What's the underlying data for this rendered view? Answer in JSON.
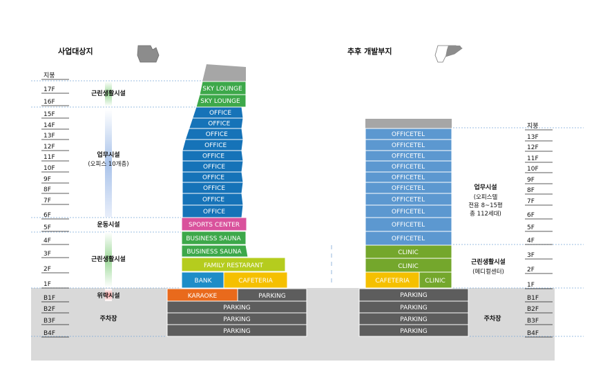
{
  "titles": {
    "left": "사업대상지",
    "right": "추후 개발부지"
  },
  "colors": {
    "green": "#3da84a",
    "blue": "#1673b8",
    "light_blue": "#5c98d0",
    "pink": "#d9529c",
    "lime": "#b5cc1e",
    "orange": "#e96a1c",
    "yellow": "#f5c000",
    "olive": "#74a72c",
    "dark_gray": "#5d5d5d",
    "light_gray": "#a6a6a6",
    "ground": "#d9d9d9",
    "guide_line": "#7aa6d6"
  },
  "left_floor_labels": [
    "지붕",
    "17F",
    "16F",
    "15F",
    "14F",
    "13F",
    "12F",
    "11F",
    "10F",
    "9F",
    "8F",
    "7F",
    "6F",
    "5F",
    "4F",
    "3F",
    "2F",
    "1F",
    "B1F",
    "B2F",
    "B3F",
    "B4F"
  ],
  "right_floor_labels": [
    "지붕",
    "13F",
    "12F",
    "11F",
    "10F",
    "9F",
    "8F",
    "7F",
    "6F",
    "5F",
    "4F",
    "3F",
    "2F",
    "1F",
    "B1F",
    "B2F",
    "B3F",
    "B4F"
  ],
  "left_zones": {
    "top_retail": "근린생활시설",
    "office_title": "업무시설",
    "office_sub": "(오피스 10개층)",
    "sports": "운동시설",
    "retail": "근린생활시설",
    "entertainment": "위락시설",
    "parking": "주차장"
  },
  "right_zones": {
    "office_title": "업무시설",
    "office_sub1": "(오피스텔",
    "office_sub2": "전용 8~15평",
    "office_sub3": "총 112세대)",
    "retail_title": "근린생활시설",
    "retail_sub": "(메디컬센터)",
    "parking": "주차장"
  },
  "left_tower": {
    "sky_lounge_1": "SKY LOUNGE",
    "sky_lounge_2": "SKY LOUNGE",
    "offices": [
      "OFFICE",
      "OFFICE",
      "OFFICE",
      "OFFICE",
      "OFFICE",
      "OFFICE",
      "OFFICE",
      "OFFICE",
      "OFFICE",
      "OFFICE"
    ],
    "sports_center": "SPORTS CENTER",
    "sauna_1": "BUSINESS SAUNA",
    "sauna_2": "BUSINESS SAUNA",
    "restaurant": "FAMILY RESTARANT",
    "bank": "BANK",
    "cafeteria": "CAFETERIA",
    "karaoke": "KARAOKE",
    "b1_parking": "PARKING",
    "parking": [
      "PARKING",
      "PARKING",
      "PARKING"
    ]
  },
  "right_tower": {
    "officetels": [
      "OFFICETEL",
      "OFFICETEL",
      "OFFICETEL",
      "OFFICETEL",
      "OFFICETEL",
      "OFFICETEL",
      "OFFICETEL",
      "OFFICETEL",
      "OFFICETEL",
      "OFFICETEL"
    ],
    "clinic_1": "CLINIC",
    "clinic_2": "CLINIC",
    "cafeteria": "CAFETERIA",
    "clinic_3": "CLINIC",
    "parking": [
      "PARKING",
      "PARKING",
      "PARKING",
      "PARKING"
    ]
  }
}
